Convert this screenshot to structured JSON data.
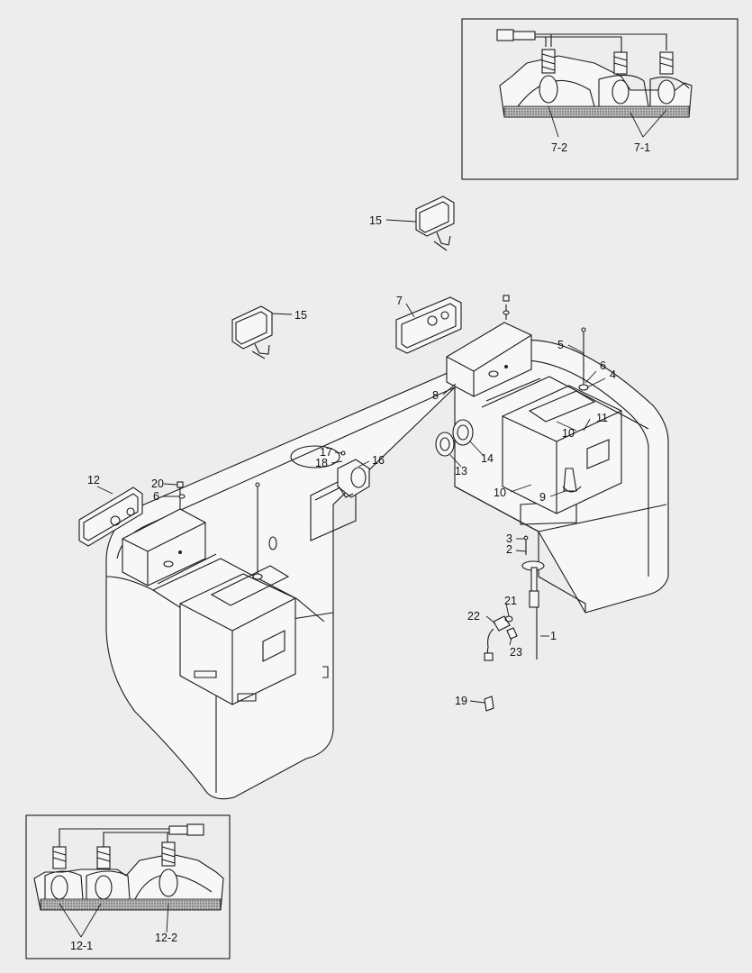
{
  "callouts": [
    {
      "id": "c-7-2",
      "text": "7-2"
    },
    {
      "id": "c-7-1",
      "text": "7-1"
    },
    {
      "id": "c-15a",
      "text": "15"
    },
    {
      "id": "c-15b",
      "text": "15"
    },
    {
      "id": "c-7",
      "text": "7"
    },
    {
      "id": "c-5",
      "text": "5"
    },
    {
      "id": "c-6a",
      "text": "6"
    },
    {
      "id": "c-4",
      "text": "4"
    },
    {
      "id": "c-8",
      "text": "8"
    },
    {
      "id": "c-11",
      "text": "11"
    },
    {
      "id": "c-10a",
      "text": "10"
    },
    {
      "id": "c-14",
      "text": "14"
    },
    {
      "id": "c-13",
      "text": "13"
    },
    {
      "id": "c-17",
      "text": "17"
    },
    {
      "id": "c-18",
      "text": "18"
    },
    {
      "id": "c-16",
      "text": "16"
    },
    {
      "id": "c-10b",
      "text": "10"
    },
    {
      "id": "c-9",
      "text": "9"
    },
    {
      "id": "c-12",
      "text": "12"
    },
    {
      "id": "c-20",
      "text": "20"
    },
    {
      "id": "c-6b",
      "text": "6"
    },
    {
      "id": "c-3",
      "text": "3"
    },
    {
      "id": "c-2",
      "text": "2"
    },
    {
      "id": "c-21",
      "text": "21"
    },
    {
      "id": "c-22",
      "text": "22"
    },
    {
      "id": "c-23",
      "text": "23"
    },
    {
      "id": "c-1",
      "text": "1"
    },
    {
      "id": "c-19",
      "text": "19"
    },
    {
      "id": "c-12-1",
      "text": "12-1"
    },
    {
      "id": "c-12-2",
      "text": "12-2"
    }
  ]
}
